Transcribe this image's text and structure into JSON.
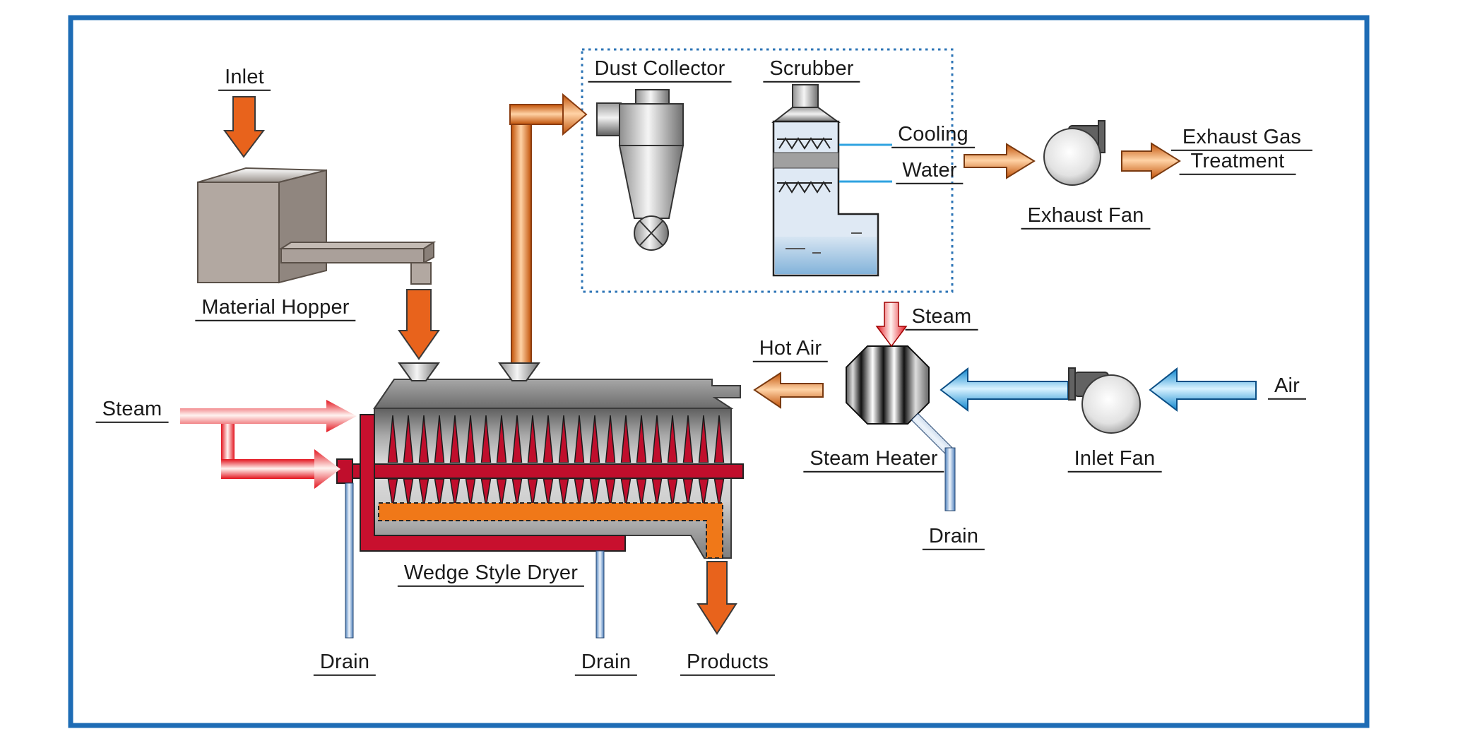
{
  "diagram": {
    "title_hint": "Wedge style dryer process flow diagram",
    "labels": {
      "inlet": "Inlet",
      "material_hopper": "Material Hopper",
      "steam_supply": "Steam",
      "wedge_dryer": "Wedge Style Dryer",
      "drain_left": "Drain",
      "drain_right": "Drain",
      "products": "Products",
      "dust_collector": "Dust Collector",
      "scrubber": "Scrubber",
      "cooling": "Cooling",
      "water": "Water",
      "exhaust_fan": "Exhaust Fan",
      "exhaust_gas_line1": "Exhaust Gas",
      "exhaust_gas_line2": "Treatment",
      "heater_steam": "Steam",
      "hot_air": "Hot Air",
      "steam_heater": "Steam Heater",
      "heater_drain": "Drain",
      "inlet_fan": "Inlet Fan",
      "air": "Air"
    },
    "colors": {
      "frame_border": "#1e6cb5",
      "dotted_box": "#2e75b6",
      "orange_arrow": "#e8631c",
      "orange_duct": "#f07818",
      "red_steam": "#e3141e",
      "red_parts": "#c00e2c",
      "blue_air": "#0e86ce",
      "drain_pipe": "#4f81bd",
      "water_line": "#2fa3e0",
      "scrubber_fill": "#dfe9f4",
      "text": "#1a1a1a"
    }
  }
}
